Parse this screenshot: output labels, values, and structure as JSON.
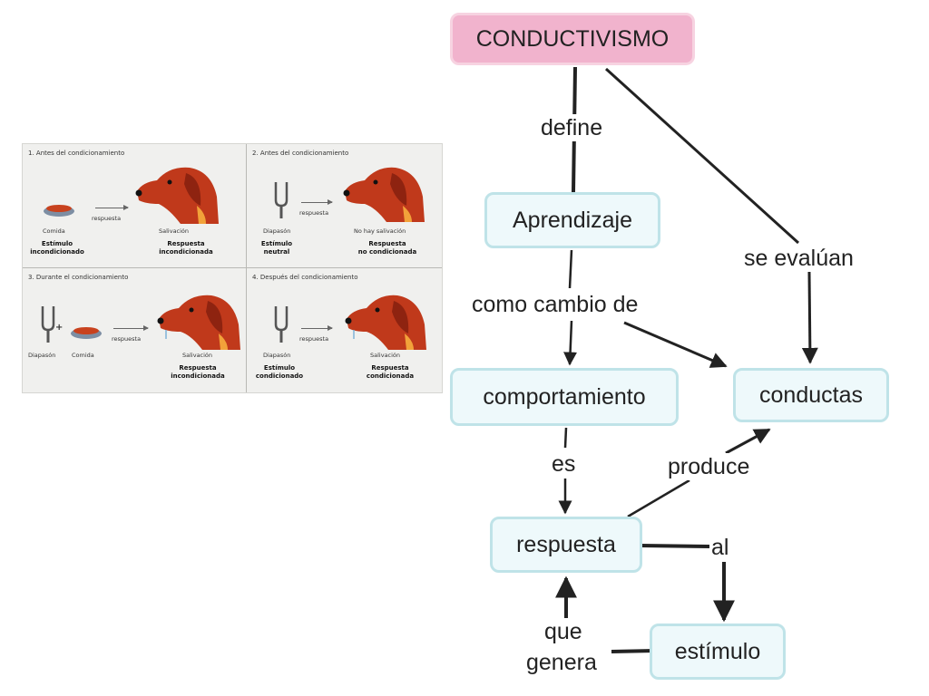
{
  "pavlov": {
    "q1": {
      "title": "1. Antes del condicionamiento",
      "food": "Comida",
      "arrow": "respuesta",
      "result": "Salivación",
      "stimulus": "Estímulo\nincondicionado",
      "response": "Respuesta\nincondicionada"
    },
    "q2": {
      "title": "2. Antes del condicionamiento",
      "fork": "Diapasón",
      "arrow": "respuesta",
      "result": "No hay salivación",
      "stimulus": "Estímulo\nneutral",
      "response": "Respuesta\nno condicionada"
    },
    "q3": {
      "title": "3. Durante el condicionamiento",
      "fork": "Diapasón",
      "food": "Comida",
      "arrow": "respuesta",
      "result": "Salivación",
      "response": "Respuesta\nincondicionada"
    },
    "q4": {
      "title": "4. Después del condicionamiento",
      "fork": "Diapasón",
      "arrow": "respuesta",
      "result": "Salivación",
      "stimulus": "Estímulo\ncondicionado",
      "response": "Respuesta\ncondicionada"
    }
  },
  "map": {
    "nodes": {
      "root": "CONDUCTIVISMO",
      "aprendizaje": "Aprendizaje",
      "comportamiento": "comportamiento",
      "conductas": "conductas",
      "respuesta": "respuesta",
      "estimulo": "estímulo"
    },
    "links": {
      "define": "define",
      "se_evaluan": "se evalúan",
      "como_cambio_de": "como cambio de",
      "es": "es",
      "produce": "produce",
      "al": "al",
      "que": "que",
      "genera": "genera"
    }
  },
  "colors": {
    "root_fill": "#f1b3cd",
    "node_fill": "#eef9fb",
    "node_border": "#bfe3e8",
    "dog": "#c0391b",
    "line": "#222222"
  }
}
